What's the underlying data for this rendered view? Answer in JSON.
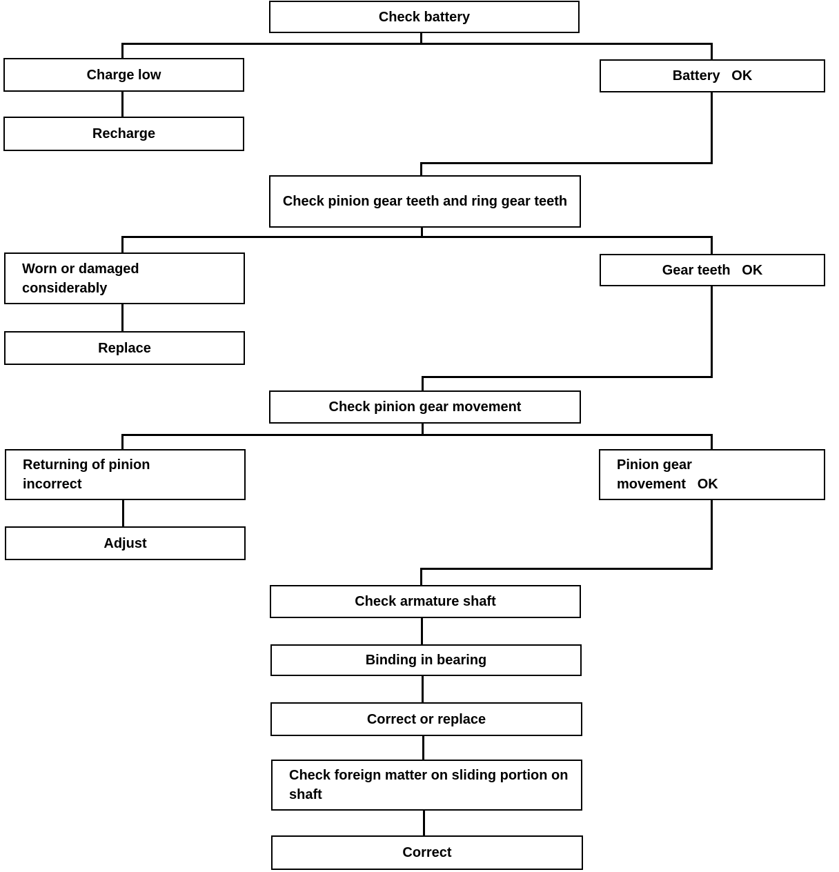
{
  "nodes": {
    "check_battery": "Check battery",
    "charge_low": "Charge low",
    "recharge": "Recharge",
    "battery_ok": "Battery   OK",
    "check_gear_teeth": "Check pinion gear teeth and ring gear teeth",
    "worn_damaged": "Worn or damaged considerably",
    "replace": "Replace",
    "gear_teeth_ok": "Gear teeth   OK",
    "check_pinion_movement": "Check pinion gear movement",
    "returning_incorrect": "Returning of pinion incorrect",
    "adjust": "Adjust",
    "pinion_movement_ok": "Pinion gear movement   OK",
    "check_armature_shaft": "Check armature shaft",
    "binding_in_bearing": "Binding in bearing",
    "correct_or_replace": "Correct or replace",
    "check_foreign_matter": "Check foreign matter on sliding portion on shaft",
    "correct": "Correct"
  }
}
